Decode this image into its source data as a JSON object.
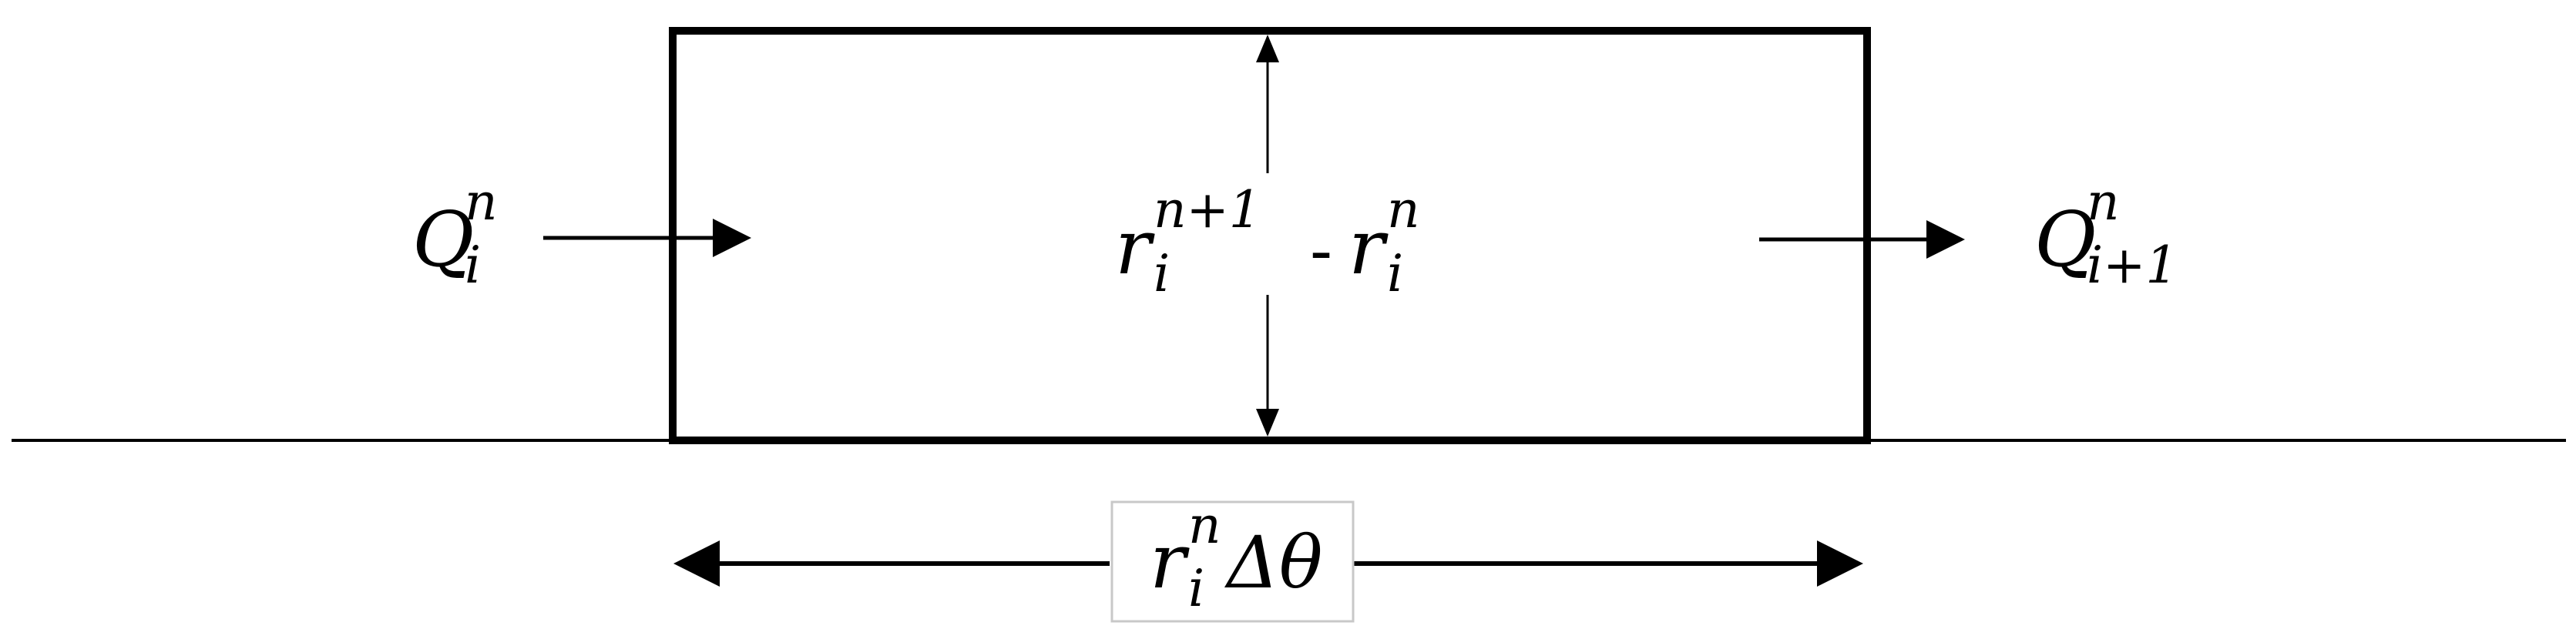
{
  "diagram": {
    "inflow": {
      "symbol": "Q",
      "superscript": "n",
      "subscript": "i"
    },
    "outflow": {
      "symbol": "Q",
      "superscript": "n",
      "subscript": "i+1"
    },
    "height_label": {
      "term1_symbol": "r",
      "term1_superscript": "n+1",
      "term1_subscript": "i",
      "operator": "-",
      "term2_symbol": "r",
      "term2_superscript": "n",
      "term2_subscript": "i"
    },
    "width_label": {
      "symbol": "r",
      "superscript": "n",
      "subscript": "i",
      "suffix": "Δθ"
    },
    "colors": {
      "stroke": "#000000",
      "label_box_border": "#c8c8c8",
      "background": "#ffffff"
    }
  }
}
